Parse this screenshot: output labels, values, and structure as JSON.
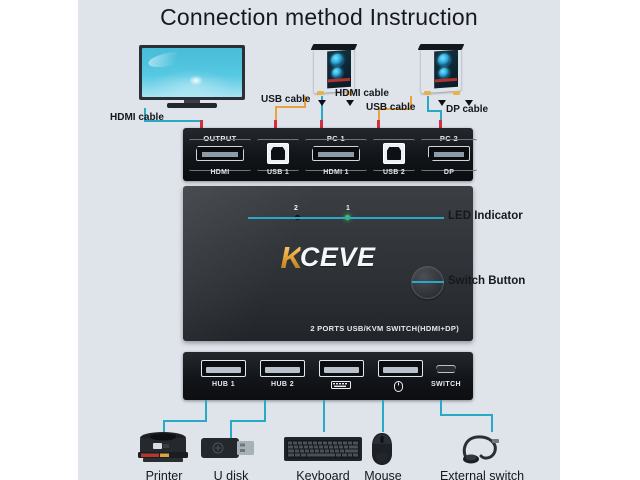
{
  "title": "Connection method Instruction",
  "colors": {
    "background": "#dfe3ea",
    "page_margin": "#ffffff",
    "wire_cyan": "#2aa9c6",
    "wire_orange": "#e8a33d",
    "wire_red": "#d0303c",
    "led_on": "#39cf4a",
    "brand_gold": "#e8a63a",
    "device_body": "#2b2f34"
  },
  "cable_labels": [
    {
      "text": "HDMI cable",
      "target": "monitor-to-output"
    },
    {
      "text": "USB cable",
      "target": "pc1-usb"
    },
    {
      "text": "HDMI cable",
      "target": "pc1-hdmi"
    },
    {
      "text": "USB cable",
      "target": "pc2-usb"
    },
    {
      "text": "DP cable",
      "target": "pc2-dp"
    }
  ],
  "top_panel": {
    "ports": [
      {
        "title": "OUTPUT",
        "sub": "HDMI",
        "type": "hdmi"
      },
      {
        "title": "",
        "sub": "USB 1",
        "type": "usb-b"
      },
      {
        "title": "PC 1",
        "sub": "HDMI 1",
        "type": "hdmi"
      },
      {
        "title": "",
        "sub": "USB 2",
        "type": "usb-b"
      },
      {
        "title": "PC 2",
        "sub": "DP",
        "type": "displayport"
      }
    ]
  },
  "device": {
    "brand_k": "K",
    "brand_rest": "CEVE",
    "model": "2 PORTS USB/KVM SWITCH(HDMI+DP)",
    "leds": [
      {
        "label": "2",
        "state": "off"
      },
      {
        "label": "1",
        "state": "on"
      }
    ]
  },
  "callouts": [
    {
      "text": "LED Indicator"
    },
    {
      "text": "Switch Button"
    }
  ],
  "bottom_panel": {
    "ports": [
      {
        "label": "HUB 1",
        "type": "usb-a",
        "icon": ""
      },
      {
        "label": "HUB 2",
        "type": "usb-a",
        "icon": ""
      },
      {
        "label": "",
        "type": "usb-a",
        "icon": "keyboard-icon"
      },
      {
        "label": "",
        "type": "usb-a",
        "icon": "mouse-icon"
      },
      {
        "label": "SWITCH",
        "type": "micro-usb",
        "icon": ""
      }
    ]
  },
  "bottom_devices": [
    {
      "name": "Printer"
    },
    {
      "name": "U disk"
    },
    {
      "name": "Keyboard"
    },
    {
      "name": "Mouse"
    },
    {
      "name": "External switch"
    }
  ]
}
